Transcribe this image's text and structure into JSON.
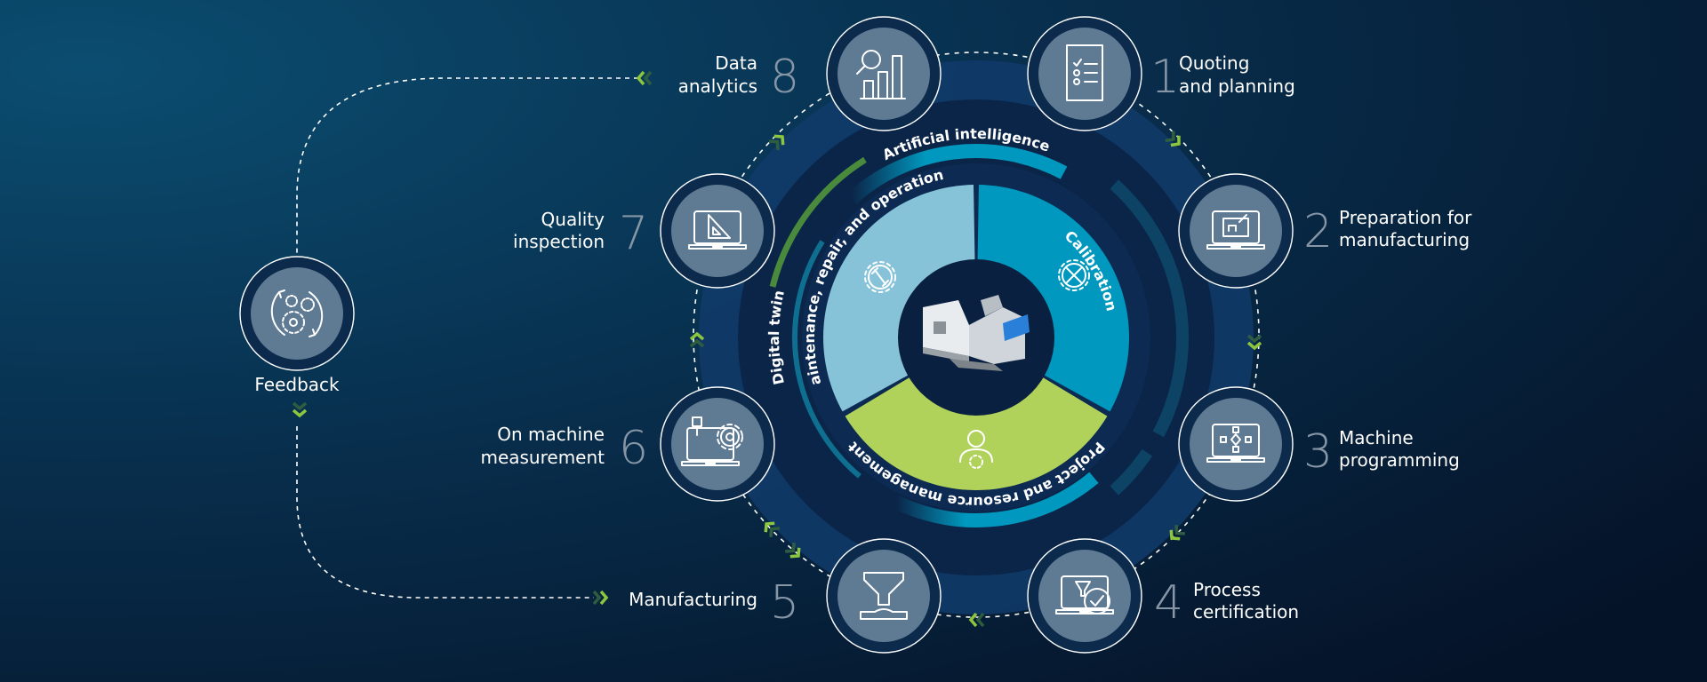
{
  "steps": [
    {
      "number": "1",
      "line1": "Quoting",
      "line2": "and planning",
      "icon": "checklist-icon"
    },
    {
      "number": "2",
      "line1": "Preparation for",
      "line2": "manufacturing",
      "icon": "laptop-blueprint-icon"
    },
    {
      "number": "3",
      "line1": "Machine",
      "line2": "programming",
      "icon": "laptop-flowchart-icon"
    },
    {
      "number": "4",
      "line1": "Process",
      "line2": "certification",
      "icon": "laptop-check-icon"
    },
    {
      "number": "5",
      "line1": "Manufacturing",
      "icon": "nozzle-icon"
    },
    {
      "number": "6",
      "line1": "On machine",
      "line2": "measurement",
      "icon": "laptop-gear-icon"
    },
    {
      "number": "7",
      "line1": "Quality",
      "line2": "inspection",
      "icon": "laptop-ruler-icon"
    },
    {
      "number": "8",
      "line1": "Data",
      "line2": "analytics",
      "icon": "analytics-icon"
    }
  ],
  "feedback": {
    "label": "Feedback",
    "icon": "gears-cycle-icon"
  },
  "rings": {
    "artificial_intelligence": "Artificial intelligence",
    "digital_twin": "Digital twin",
    "maintenance": "Maintenance, repair, and operations",
    "calibration": "Calibration",
    "project": "Project and resource management"
  },
  "colors": {
    "light_blue": "#86c3d8",
    "teal": "#0098be",
    "green": "#b0d25a",
    "chevron_light": "#8cc63f",
    "chevron_dark": "#2f5d40"
  }
}
